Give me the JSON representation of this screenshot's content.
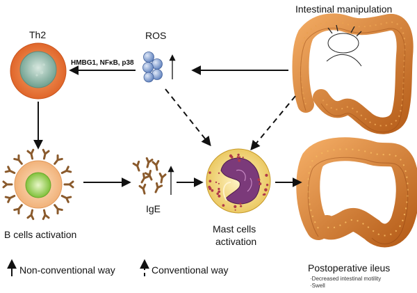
{
  "labels": {
    "intestinal_manipulation": "Intestinal manipulation",
    "th2": "Th2",
    "ros": "ROS",
    "pathway": "HMBG1, NFκB, p38",
    "b_cells_activation": "B cells activation",
    "ige": "IgE",
    "mast_cells_line1": "Mast cells",
    "mast_cells_line2": "activation",
    "postoperative_ileus": "Postoperative ileus",
    "ileus_note1": "·Decreased  intestinal motility",
    "ileus_note2": "·Swell"
  },
  "legend": {
    "solid_label": "Non-conventional way",
    "dashed_label": "Conventional way"
  },
  "colors": {
    "th2_outer": "#e8793a",
    "th2_nucleus": "#8fb8a8",
    "ros": "#7c9bd0",
    "b_cell_outer": "#f7c79a",
    "b_cell_nucleus": "#a9d86a",
    "antibody": "#9a6a3a",
    "mast_outer": "#f6e39a",
    "mast_nucleus": "#7b3a7a",
    "mast_granule": "#b03a4a",
    "colon": "#d0782c",
    "colon_dark": "#9a4a14",
    "arrow": "#111111"
  }
}
